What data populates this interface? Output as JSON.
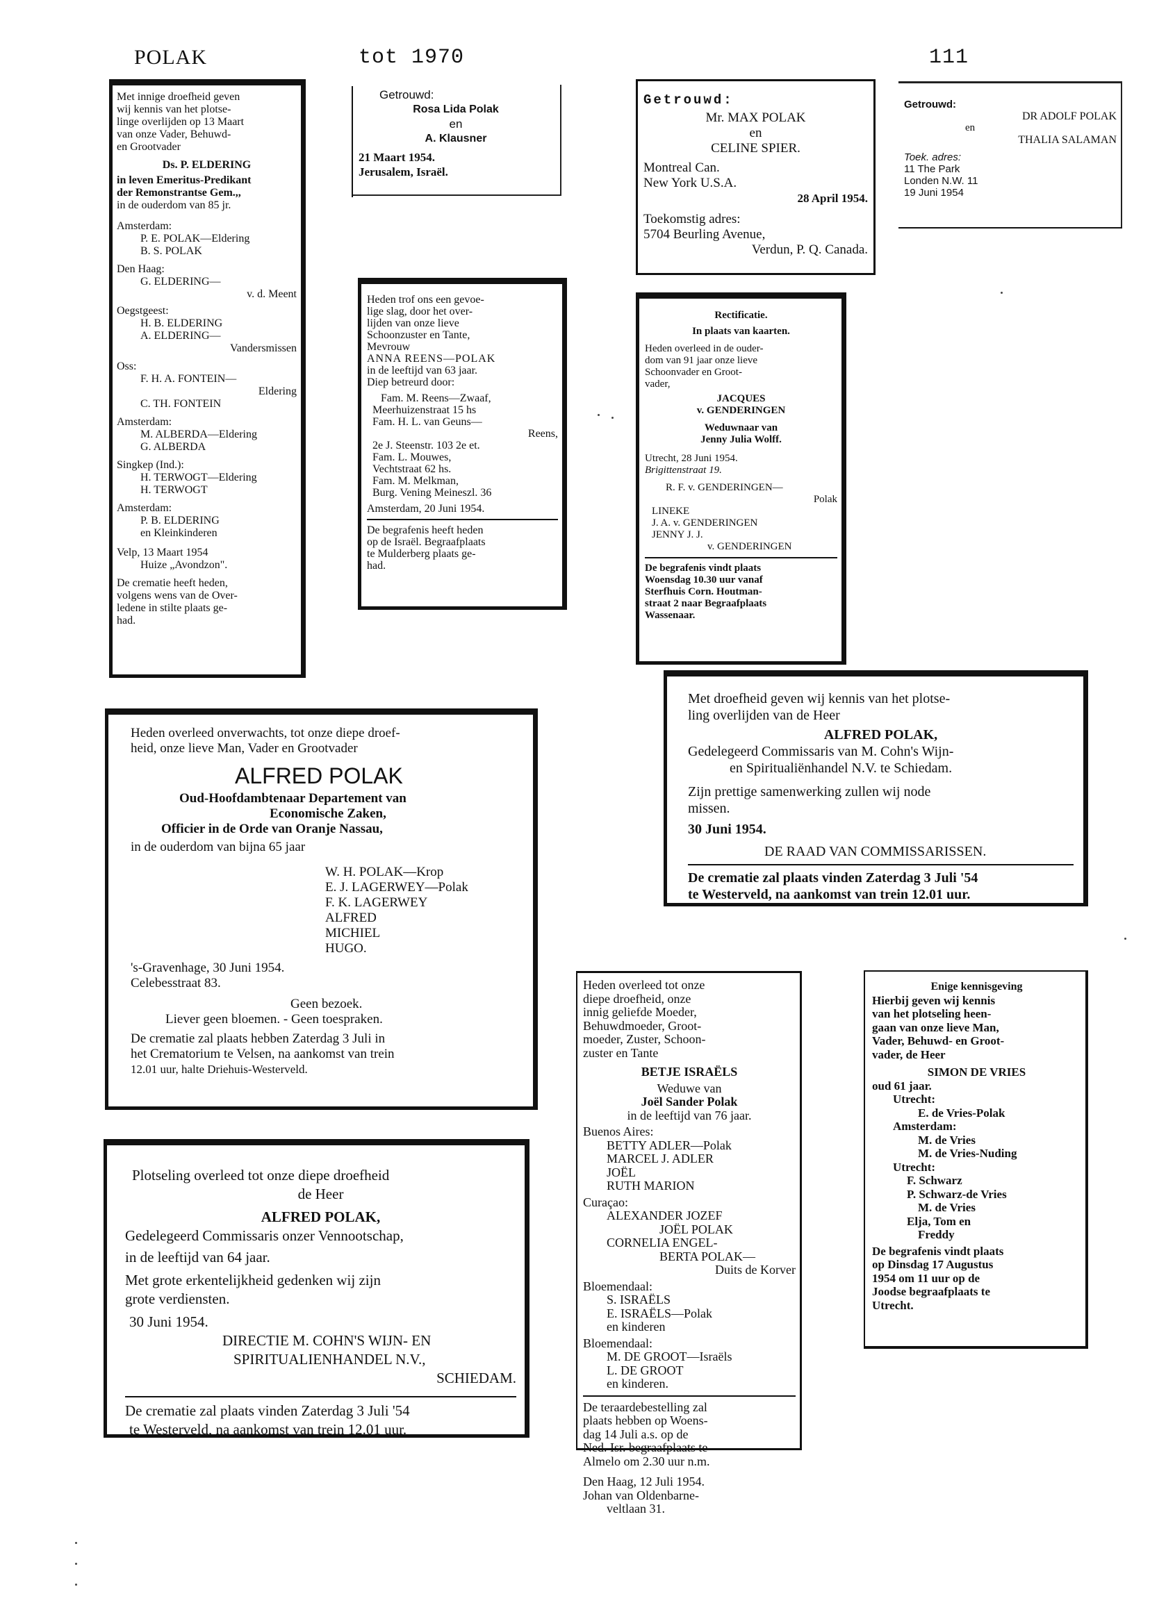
{
  "header": {
    "left": "POLAK",
    "center": "tot 1970",
    "right": "111"
  },
  "ad_eldering": {
    "lines": [
      "Met innige droefheid geven",
      "wij kennis van het plotse-",
      "linge overlijden op 13 Maart",
      "van onze Vader, Behuwd-",
      "en Grootvader"
    ],
    "name": "Ds. P. ELDERING",
    "title1": "in leven Emeritus-Predikant",
    "title2": "der Remonstrantse Gem.,,",
    "age": "in de ouderdom van 85 jr.",
    "family": [
      {
        "place": "Amsterdam:",
        "names": [
          "P. E. POLAK—Eldering",
          "B. S. POLAK"
        ]
      },
      {
        "place": "Den Haag:",
        "names": [
          "G. ELDERING—",
          "v. d. Meent"
        ]
      },
      {
        "place": "Oegstgeest:",
        "names": [
          "H. B. ELDERING",
          "A. ELDERING—",
          "Vandersmissen"
        ]
      },
      {
        "place": "Oss:",
        "names": [
          "F. H. A. FONTEIN—",
          "Eldering",
          "C. TH. FONTEIN"
        ]
      },
      {
        "place": "Amsterdam:",
        "names": [
          "M. ALBERDA—Eldering",
          "G. ALBERDA"
        ]
      },
      {
        "place": "Singkep (Ind.):",
        "names": [
          "H. TERWOGT—Eldering",
          "H. TERWOGT"
        ]
      },
      {
        "place": "Amsterdam:",
        "names": [
          "P. B. ELDERING",
          "en Kleinkinderen"
        ]
      }
    ],
    "place_date": "Velp, 13 Maart 1954",
    "house": "Huize „Avondzon\".",
    "footer": [
      "De crematie heeft heden,",
      "volgens wens van de Over-",
      "ledene in stilte plaats ge-",
      "had."
    ]
  },
  "ad_klausner": {
    "label": "Getrouwd:",
    "name1": "Rosa Lida Polak",
    "en": "en",
    "name2": "A. Klausner",
    "date": "21 Maart 1954.",
    "place": "Jerusalem, Israël."
  },
  "ad_max": {
    "label": "Getrouwd:",
    "name1": "Mr. MAX POLAK",
    "en": "en",
    "name2": "CELINE SPIER.",
    "city1": "Montreal Can.",
    "city2": "New York U.S.A.",
    "date": "28 April 1954.",
    "addr_label": "Toekomstig adres:",
    "addr1": "5704 Beurling Avenue,",
    "addr2": "Verdun, P. Q. Canada."
  },
  "ad_adolf": {
    "label": "Getrouwd:",
    "name1": "DR ADOLF POLAK",
    "en": "en",
    "name2": "THALIA SALAMAN",
    "addr_label": "Toek. adres:",
    "addr1": "11 The Park",
    "addr2": "Londen N.W. 11",
    "date": "19 Juni 1954"
  },
  "ad_reens": {
    "lines": [
      "Heden trof ons een gevoe-",
      "lige slag, door het over-",
      "lijden van onze lieve",
      "Schoonzuster en Tante,",
      "Mevrouw",
      "ANNA REENS—POLAK",
      "in de leeftijd van 63 jaar.",
      "Diep betreurd door:"
    ],
    "family": [
      "Fam. M. Reens—Zwaaf,",
      "Meerhuizenstraat 15 hs",
      "Fam. H. L. van Geuns—",
      "Reens,",
      "2e J. Steenstr. 103 2e et.",
      "Fam. L. Mouwes,",
      "Vechtstraat 62 hs.",
      "Fam. M. Melkman,",
      "Burg. Vening Meineszl. 36"
    ],
    "place_date": "Amsterdam, 20 Juni 1954.",
    "footer": [
      "De begrafenis heeft heden",
      "op de Israël. Begraafplaats",
      "te Mulderberg plaats ge-",
      "had."
    ]
  },
  "ad_genderingen": {
    "title": "Rectificatie.",
    "subtitle": "In plaats van kaarten.",
    "lines": [
      "Heden overleed in de ouder-",
      "dom van 91 jaar onze lieve",
      "Schoonvader en Groot-",
      "vader,"
    ],
    "name1": "JACQUES",
    "name2": "v. GENDERINGEN",
    "widower1": "Weduwnaar van",
    "widower2": "Jenny Julia Wolff.",
    "place_date": "Utrecht, 28 Juni 1954.",
    "street": "Brigittenstraat 19.",
    "family": [
      "R. F. v. GENDERINGEN—",
      "Polak",
      "LINEKE",
      "J. A. v. GENDERINGEN",
      "JENNY J. J.",
      "v. GENDERINGEN"
    ],
    "footer": [
      "De begrafenis vindt plaats",
      "Woensdag 10.30 uur vanaf",
      "Sterfhuis Corn. Houtman-",
      "straat 2 naar Begraafplaats",
      "Wassenaar."
    ]
  },
  "ad_alfred_family": {
    "lines": [
      "Heden overleed onverwachts, tot onze diepe droef-",
      "heid, onze lieve Man, Vader en Grootvader"
    ],
    "name": "ALFRED POLAK",
    "title1": "Oud-Hoofdambtenaar Departement van",
    "title2": "Economische Zaken,",
    "title3": "Officier in de Orde van Oranje Nassau,",
    "age": "in de ouderdom van bijna 65 jaar",
    "family": [
      "W. H. POLAK—Krop",
      "E. J. LAGERWEY—Polak",
      "F. K. LAGERWEY",
      "ALFRED",
      "MICHIEL",
      "HUGO."
    ],
    "place_date": "'s-Gravenhage, 30 Juni 1954.",
    "street": "Celebesstraat 83.",
    "no_visit": "Geen bezoek.",
    "no_flowers": "Liever geen bloemen. - Geen toespraken.",
    "footer": [
      "De crematie zal plaats hebben Zaterdag 3 Juli in",
      "het Crematorium te Velsen, na aankomst van trein",
      "12.01 uur, halte Driehuis-Westerveld."
    ]
  },
  "ad_alfred_board": {
    "lines": [
      "Met droefheid geven wij kennis van het plotse-",
      "ling overlijden van de Heer"
    ],
    "name": "ALFRED POLAK,",
    "title1": "Gedelegeerd Commissaris van M. Cohn's Wijn-",
    "title2": "en Spiritualiënhandel N.V. te Schiedam.",
    "thanks1": "Zijn prettige samenwerking zullen wij node",
    "thanks2": "missen.",
    "date": "30 Juni 1954.",
    "signed": "DE RAAD VAN COMMISSARISSEN.",
    "footer": [
      "De crematie zal plaats vinden Zaterdag 3 Juli '54",
      "te Westerveld, na aankomst van trein 12.01 uur."
    ]
  },
  "ad_alfred_direction": {
    "line1": "Plotseling overleed tot onze diepe droefheid",
    "line2": "de Heer",
    "name": "ALFRED POLAK,",
    "title": "Gedelegeerd Commissaris onzer Vennootschap,",
    "age": "in de leeftijd van 64 jaar.",
    "thanks1": "Met grote erkentelijkheid gedenken wij zijn",
    "thanks2": "grote verdiensten.",
    "date": "30 Juni 1954.",
    "signed1": "DIRECTIE M. COHN'S WIJN- EN",
    "signed2": "SPIRITUALIENHANDEL N.V.,",
    "signed3": "SCHIEDAM.",
    "footer": [
      "De crematie zal plaats vinden Zaterdag 3 Juli '54",
      "te Westerveld, na aankomst van trein 12.01 uur."
    ]
  },
  "ad_israels": {
    "lines": [
      "Heden overleed tot onze",
      "diepe droefheid, onze",
      "innig geliefde Moeder,",
      "Behuwdmoeder, Groot-",
      "moeder, Zuster, Schoon-",
      "zuster en Tante"
    ],
    "name": "BETJE ISRAËLS",
    "widow1": "Weduwe van",
    "widow2": "Joël Sander Polak",
    "age": "in de leeftijd van 76 jaar.",
    "family": [
      {
        "place": "Buenos Aires:",
        "names": [
          "BETTY ADLER—Polak",
          "MARCEL J. ADLER",
          "JOËL",
          "RUTH MARION"
        ]
      },
      {
        "place": "Curaçao:",
        "names": [
          "ALEXANDER JOZEF",
          "JOËL POLAK",
          "CORNELIA ENGEL-",
          "BERTA POLAK—",
          "Duits de Korver"
        ]
      },
      {
        "place": "Bloemendaal:",
        "names": [
          "S. ISRAËLS",
          "E. ISRAËLS—Polak",
          "en kinderen"
        ]
      },
      {
        "place": "Bloemendaal:",
        "names": [
          "M. DE GROOT—Israëls",
          "L. DE GROOT",
          "en kinderen."
        ]
      }
    ],
    "footer": [
      "De teraardebestelling zal",
      "plaats hebben op Woens-",
      "dag 14 Juli a.s. op de",
      "Ned. Isr. begraafplaats te",
      "Almelo om 2.30 uur n.m."
    ],
    "place_date": "Den Haag, 12 Juli 1954.",
    "street1": "Johan van Oldenbarne-",
    "street2": "veltlaan 31."
  },
  "ad_devries": {
    "title": "Enige kennisgeving",
    "lines": [
      "Hierbij geven wij kennis",
      "van het plotseling heen-",
      "gaan van onze lieve Man,",
      "Vader, Behuwd- en Groot-",
      "vader, de Heer"
    ],
    "name": "SIMON DE VRIES",
    "age": "oud 61 jaar.",
    "family": [
      {
        "place": "Utrecht:",
        "names": [
          "E. de Vries-Polak"
        ]
      },
      {
        "place": "Amsterdam:",
        "names": [
          "M. de Vries",
          "M. de Vries-Nuding"
        ]
      },
      {
        "place": "Utrecht:",
        "names": [
          "F. Schwarz",
          "P. Schwarz-de Vries",
          "M. de Vries",
          "Elja, Tom en",
          "Freddy"
        ]
      }
    ],
    "footer": [
      "De begrafenis vindt plaats",
      "op Dinsdag 17 Augustus",
      "1954 om 11 uur op de",
      "Joodse begraafplaats te",
      "Utrecht."
    ]
  }
}
